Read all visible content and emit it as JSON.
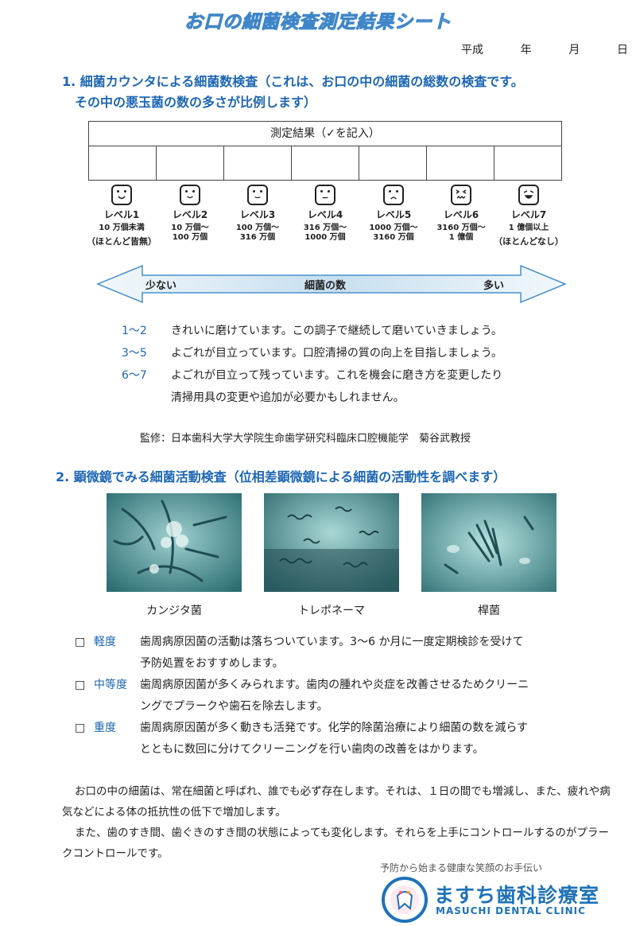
{
  "title": "お口の細菌検査測定結果シート",
  "date": {
    "era": "平成",
    "year": "年",
    "month": "月",
    "day": "日"
  },
  "section1": {
    "heading_line1": "1. 細菌カウンタによる細菌数検査（これは、お口の中の細菌の総数の検査です。",
    "heading_line2": "その中の悪玉菌の数の多さが比例します）",
    "table_header": "測定結果（✓を記入）",
    "levels": [
      {
        "name": "レベル1",
        "range": "10 万個未満",
        "note": "（ほとんど皆無）",
        "face": "happy-face-icon"
      },
      {
        "name": "レベル2",
        "range": "10 万個〜\n100 万個",
        "note": "",
        "face": "smile-face-icon"
      },
      {
        "name": "レベル3",
        "range": "100 万個〜\n316 万個",
        "note": "",
        "face": "content-face-icon"
      },
      {
        "name": "レベル4",
        "range": "316 万個〜\n1000 万個",
        "note": "",
        "face": "neutral-face-icon"
      },
      {
        "name": "レベル5",
        "range": "1000 万個〜\n3160 万個",
        "note": "",
        "face": "sad-face-icon"
      },
      {
        "name": "レベル6",
        "range": "3160 万個〜\n1 億個",
        "note": "",
        "face": "pained-face-icon"
      },
      {
        "name": "レベル7",
        "range": "1 億個以上",
        "note": "（ほとんどなし）",
        "face": "crying-face-icon"
      }
    ],
    "arrow": {
      "left": "少ない",
      "center": "細菌の数",
      "right": "多い"
    },
    "legend": [
      {
        "range": "1〜2",
        "text": "きれいに磨けています。この調子で継続して磨いていきましょう。",
        "text2": ""
      },
      {
        "range": "3〜5",
        "text": "よごれが目立っています。口腔清掃の質の向上を目指しましょう。",
        "text2": ""
      },
      {
        "range": "6〜7",
        "text": "よごれが目立って残っています。これを機会に磨き方を変更したり",
        "text2": "清掃用具の変更や追加が必要かもしれません。"
      }
    ],
    "supervisor": "監修：日本歯科大学大学院生命歯学研究科臨床口腔機能学　菊谷武教授"
  },
  "section2": {
    "heading": "2. 顕微鏡でみる細菌活動検査（位相差顕微鏡による細菌の活動性を調べます）",
    "images": [
      {
        "label": "カンジタ菌"
      },
      {
        "label": "トレポネーマ"
      },
      {
        "label": "桿菌"
      }
    ],
    "activity": [
      {
        "check": "□",
        "level": "軽度",
        "line1": "歯周病原因菌の活動は落ちついています。3〜6 か月に一度定期検診を受けて",
        "line2": "予防処置をおすすめします。"
      },
      {
        "check": "□",
        "level": "中等度",
        "line1": "歯周病原因菌が多くみられます。歯肉の腫れや炎症を改善させるためクリーニ",
        "line2": "ングでプラークや歯石を除去します。"
      },
      {
        "check": "□",
        "level": "重度",
        "line1": "歯周病原因菌が多く動きも活発です。化学的除菌治療により細菌の数を減らす",
        "line2": "とともに数回に分けてクリーニングを行い歯肉の改善をはかります。"
      }
    ]
  },
  "paragraph": {
    "p1": "お口の中の細菌は、常在細菌と呼ばれ、誰でも必ず存在します。それは、１日の間でも増減し、また、疲れや病気などによる体の抵抗性の低下で増加します。",
    "p2": "また、歯のすき間、歯ぐきのすき間の状態によっても変化します。それらを上手にコントロールするのがプラークコントロールです。"
  },
  "clinic": {
    "tagline": "予防から始まる健康な笑顔のお手伝い",
    "name": "ますち歯科診療室",
    "name_en": "MASUCHI DENTAL CLINIC",
    "logo_text": "MASUCHI DENTAL CLINIC",
    "color": "#1f72b8"
  }
}
